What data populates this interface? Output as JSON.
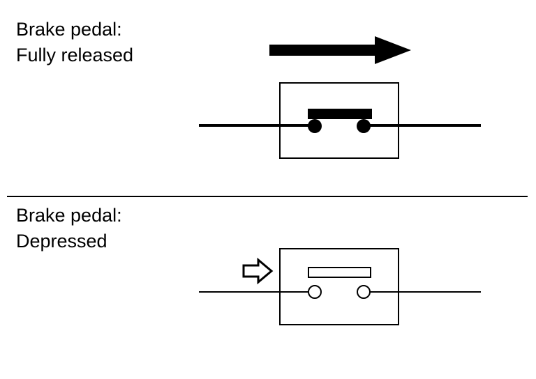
{
  "top_panel": {
    "title_line1": "Brake pedal:",
    "title_line2": "Fully released",
    "switch_state": "closed",
    "arrow_style": "solid"
  },
  "bottom_panel": {
    "title_line1": "Brake pedal:",
    "title_line2": "Depressed",
    "switch_state": "open",
    "arrow_style": "outline"
  },
  "colors": {
    "stroke": "#000000",
    "background": "#ffffff"
  }
}
